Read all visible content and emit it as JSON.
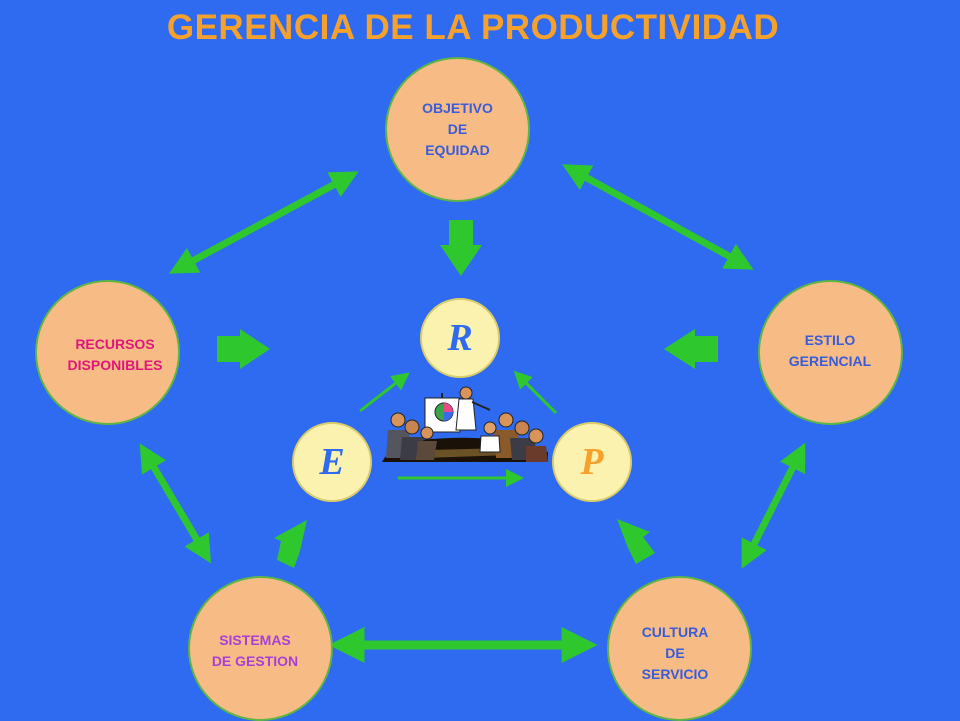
{
  "title": "GERENCIA DE LA PRODUCTIVIDAD",
  "nodes": {
    "objetivo": "OBJETIVO\nDE\nEQUIDAD",
    "recursos": "RECURSOS\nDISPONIBLES",
    "estilo": "ESTILO\nGERENCIAL",
    "sistemas": "SISTEMAS\nDE GESTION",
    "cultura": "CULTURA\nDE\nSERVICIO"
  },
  "letters": {
    "r": "R",
    "e": "E",
    "p": "P"
  },
  "colors": {
    "background": "#2f6bf0",
    "title": "#f6a12c",
    "node_fill": "#f7bc86",
    "arrow": "#2ec82e",
    "text_blue": "#3a5cd8",
    "text_magenta": "#e0177a",
    "text_purple": "#a83fd6",
    "letter_R": "#2f6bf0",
    "letter_E": "#2f6bf0",
    "letter_P": "#f6a12c"
  },
  "center_image": "meeting-illustration"
}
